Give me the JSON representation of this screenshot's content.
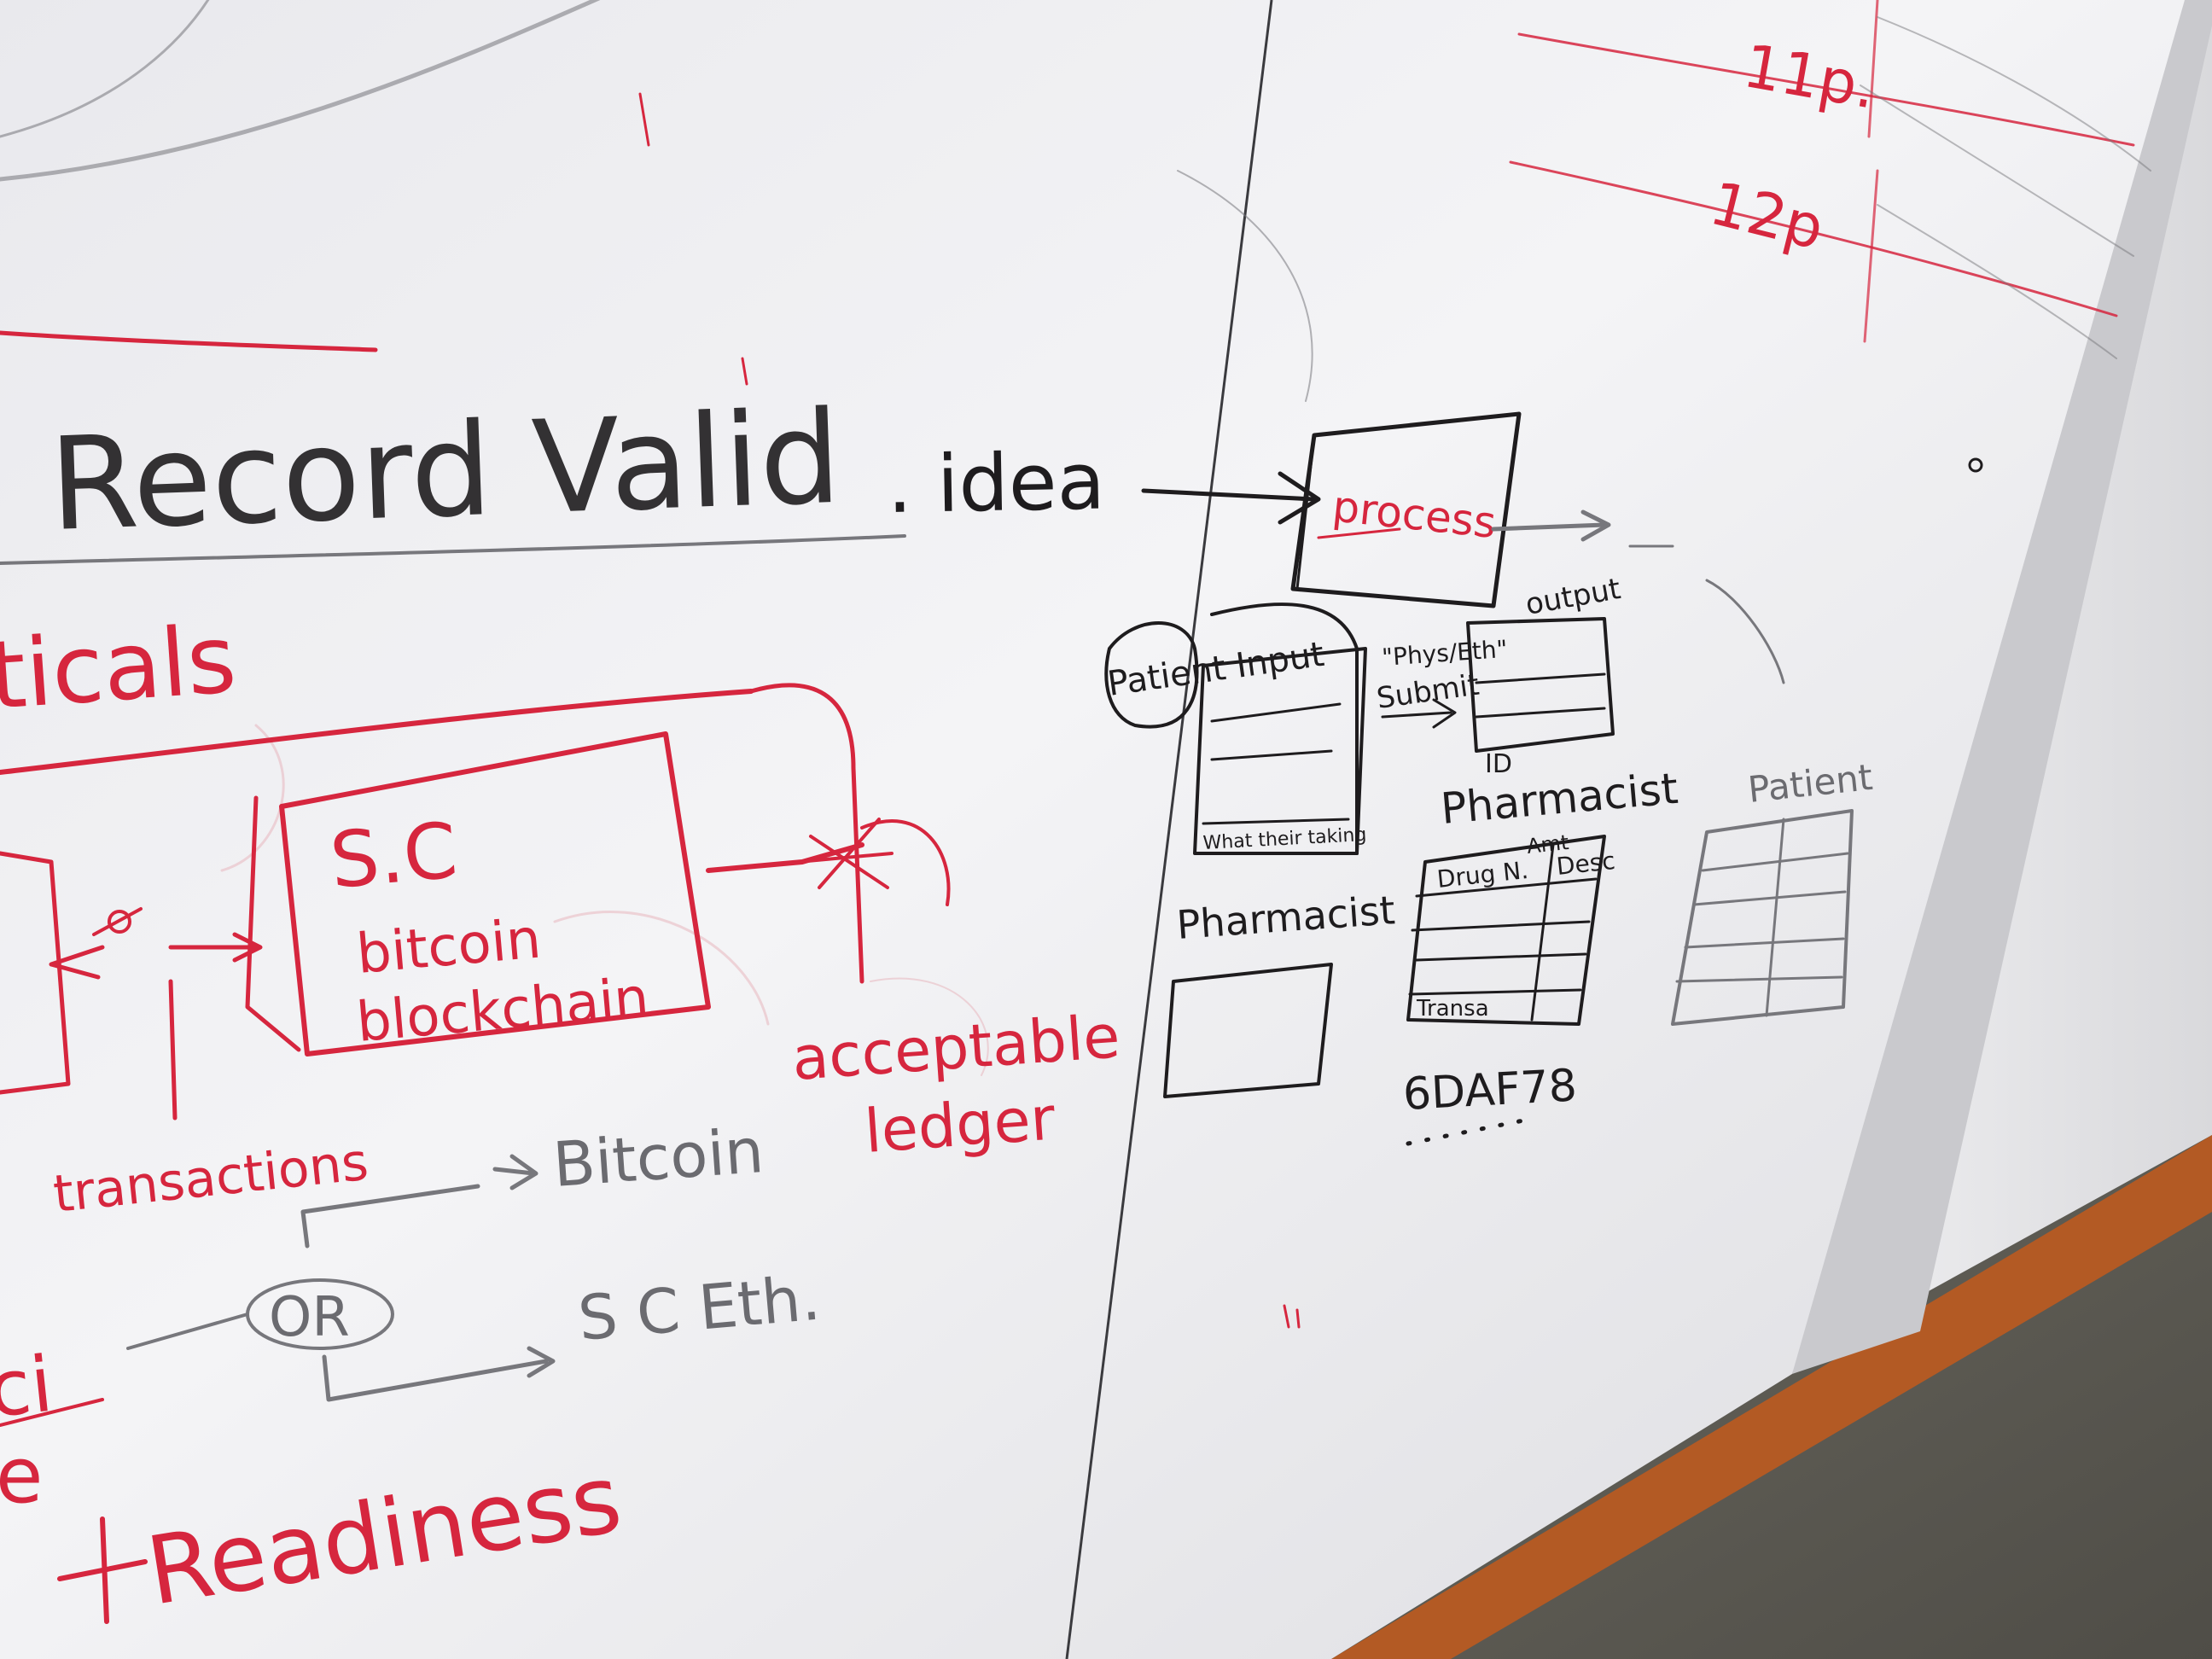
{
  "board": {
    "left_panel": {
      "main_heading": "Record Valid",
      "heading_suffix": ". idea",
      "verticals_fragment": "ticals",
      "sc_box": {
        "title": "S.C",
        "line1": "bitcoin",
        "line2": "blockchain"
      },
      "transactions": "transactions",
      "acceptable": "acceptable",
      "ledger": "ledger",
      "or_label": "OR",
      "bitcoin_branch": "Bitcoin",
      "sc_eth_branch": "S C Eth.",
      "readiness": "Readiness",
      "fragment_ci": "ci",
      "fragment_e": "e"
    },
    "right_panel": {
      "time_11p": "11p.",
      "time_12p": "12p",
      "process_box": "process",
      "output_label": "output",
      "patient_input_label": "Patient Input",
      "phys_label": "\"Phys/Eth\"",
      "submit_label": "Submit",
      "id_label": "ID",
      "what_label": "What their taking",
      "pharmacist_left": "Pharmacist",
      "pharmacist_table_title": "Pharmacist",
      "amt_label": "Amt",
      "drug_col": "Drug N.",
      "desc_col": "Desc",
      "transa_label": "Transa",
      "patient_title": "Patient",
      "hash_value": "6DAF78"
    }
  },
  "colors": {
    "whiteboard": "#f1f1f3",
    "marker_red": "#d6263e",
    "marker_black": "#1e1c1e",
    "wall": "#e8e8ea",
    "wood_trim": "#b35a24",
    "carpet": "#5e5c55"
  }
}
